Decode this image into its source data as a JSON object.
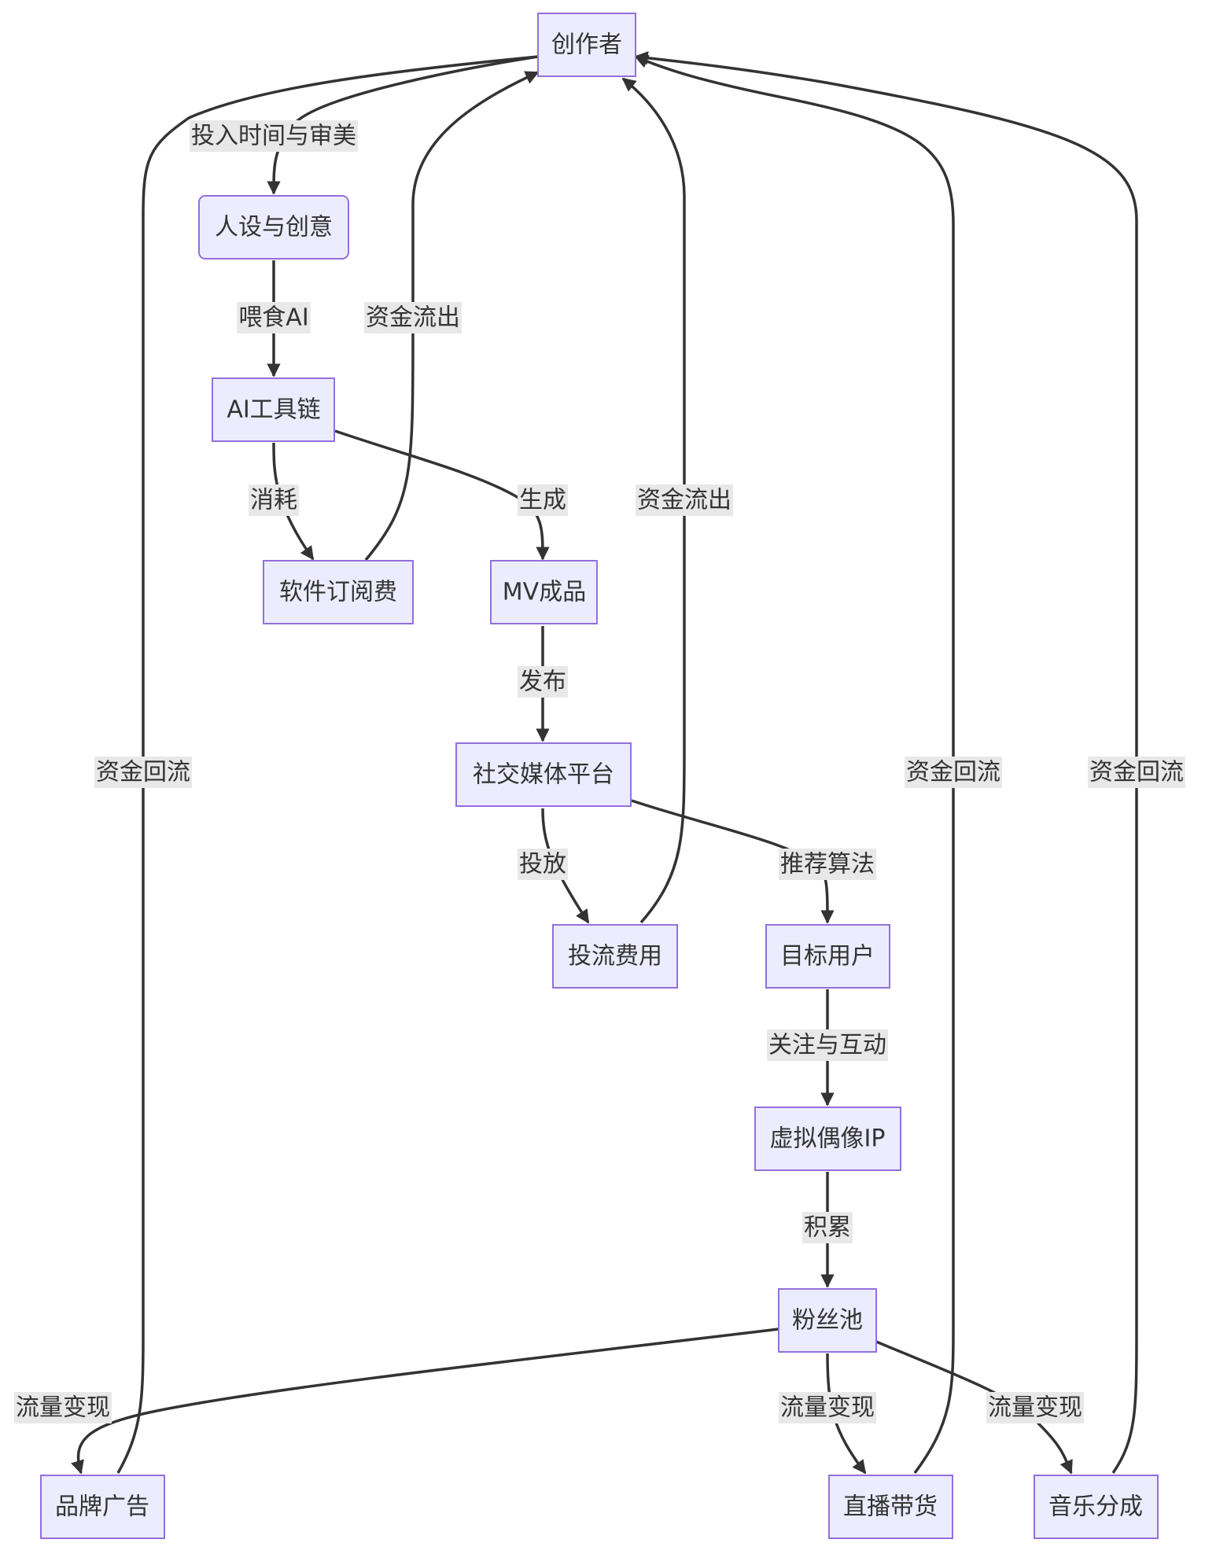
{
  "nodes": {
    "creator": "创作者",
    "persona": "人设与创意",
    "ai_tools": "AI工具链",
    "software_fee": "软件订阅费",
    "mv": "MV成品",
    "social": "社交媒体平台",
    "ad_fee": "投流费用",
    "target_users": "目标用户",
    "idol_ip": "虚拟偶像IP",
    "fan_pool": "粉丝池",
    "brand_ad": "品牌广告",
    "live_sales": "直播带货",
    "music_share": "音乐分成"
  },
  "edges": [
    {
      "from": "creator",
      "to": "persona",
      "label": "投入时间与审美"
    },
    {
      "from": "persona",
      "to": "ai_tools",
      "label": "喂食AI"
    },
    {
      "from": "ai_tools",
      "to": "software_fee",
      "label": "消耗"
    },
    {
      "from": "ai_tools",
      "to": "mv",
      "label": "生成"
    },
    {
      "from": "software_fee",
      "to": "creator",
      "label": "资金流出"
    },
    {
      "from": "mv",
      "to": "social",
      "label": "发布"
    },
    {
      "from": "social",
      "to": "ad_fee",
      "label": "投放"
    },
    {
      "from": "social",
      "to": "target_users",
      "label": "推荐算法"
    },
    {
      "from": "ad_fee",
      "to": "creator",
      "label": "资金流出"
    },
    {
      "from": "target_users",
      "to": "idol_ip",
      "label": "关注与互动"
    },
    {
      "from": "idol_ip",
      "to": "fan_pool",
      "label": "积累"
    },
    {
      "from": "fan_pool",
      "to": "brand_ad",
      "label": "流量变现"
    },
    {
      "from": "fan_pool",
      "to": "live_sales",
      "label": "流量变现"
    },
    {
      "from": "fan_pool",
      "to": "music_share",
      "label": "流量变现"
    },
    {
      "from": "brand_ad",
      "to": "creator",
      "label": "资金回流"
    },
    {
      "from": "live_sales",
      "to": "creator",
      "label": "资金回流"
    },
    {
      "from": "music_share",
      "to": "creator",
      "label": "资金回流"
    }
  ],
  "colors": {
    "node_fill": "#ECECFF",
    "node_stroke": "#9370DB",
    "edge": "#333333",
    "label_bg": "#e8e8e8"
  }
}
